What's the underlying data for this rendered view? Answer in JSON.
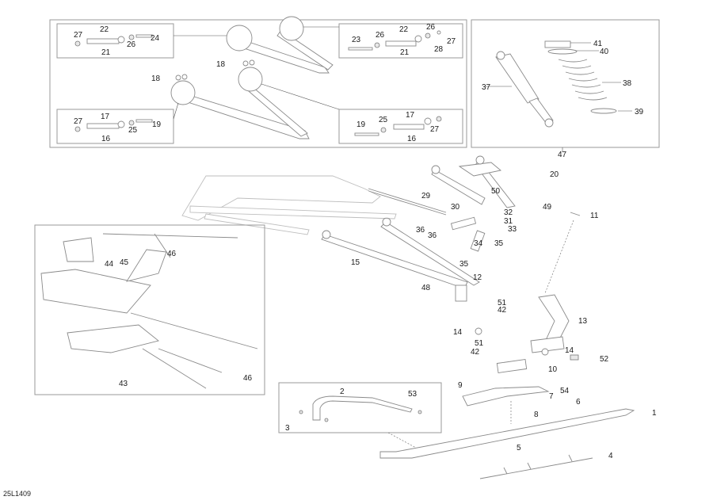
{
  "diagram": {
    "title": "Front suspension / ski exploded parts diagram",
    "reference_code": "25L1409",
    "callouts": {
      "topleft_box": [
        "27",
        "22",
        "26",
        "24",
        "21"
      ],
      "topright_box": [
        "23",
        "26",
        "22",
        "26",
        "27",
        "28",
        "21"
      ],
      "bottomleft_box": [
        "27",
        "17",
        "25",
        "19",
        "16"
      ],
      "bottomright_box": [
        "19",
        "25",
        "17",
        "27",
        "16"
      ],
      "arms": [
        "18",
        "18"
      ],
      "shock_box": [
        "41",
        "40",
        "37",
        "38",
        "39",
        "47"
      ],
      "main": [
        "20",
        "50",
        "29",
        "30",
        "32",
        "31",
        "49",
        "11",
        "36",
        "33",
        "36",
        "34",
        "35",
        "35",
        "15",
        "12",
        "48",
        "51",
        "42",
        "13",
        "14",
        "51",
        "42",
        "14",
        "52",
        "10"
      ],
      "frame_box": [
        "46",
        "44",
        "45",
        "43",
        "46"
      ],
      "ski_box": [
        "2",
        "53",
        "3"
      ],
      "ski": [
        "9",
        "54",
        "7",
        "6",
        "8",
        "1",
        "5",
        "4"
      ]
    }
  }
}
